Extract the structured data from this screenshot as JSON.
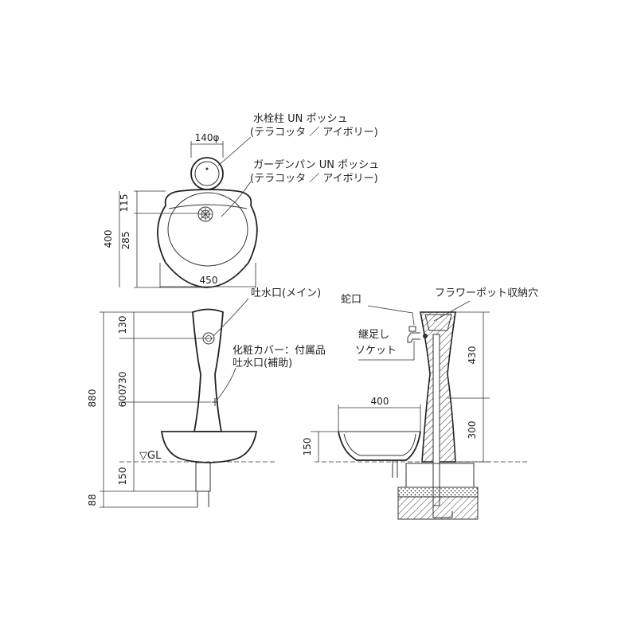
{
  "top_view": {
    "post_label_line1": "水栓柱 UN ポッシュ",
    "post_label_line2": "(テラコッタ ／ アイボリー)",
    "pan_label_line1": "ガーデンパン UN ポッシュ",
    "pan_label_line2": "(テラコッタ ／ アイボリー)",
    "dim_diameter": "140φ",
    "dim_depth_top": "115",
    "dim_depth_total": "400",
    "dim_depth_bottom": "285",
    "dim_width": "450"
  },
  "front_view": {
    "main_spout_label": "吐水口(メイン)",
    "cover_label": "化粧カバー：付属品",
    "aux_spout_label": "吐水口(補助)",
    "ground_label": "▽GL",
    "dim_130": "130",
    "dim_730": "730",
    "dim_600": "600",
    "dim_880": "880",
    "dim_150": "150",
    "dim_88": "88"
  },
  "side_view": {
    "faucet_label": "蛇口",
    "flowerpot_label": "フラワーポット収納穴",
    "socket_label_line1": "継足し",
    "socket_label_line2": "ソケット",
    "dim_400": "400",
    "dim_430": "430",
    "dim_300": "300",
    "dim_150": "150"
  }
}
